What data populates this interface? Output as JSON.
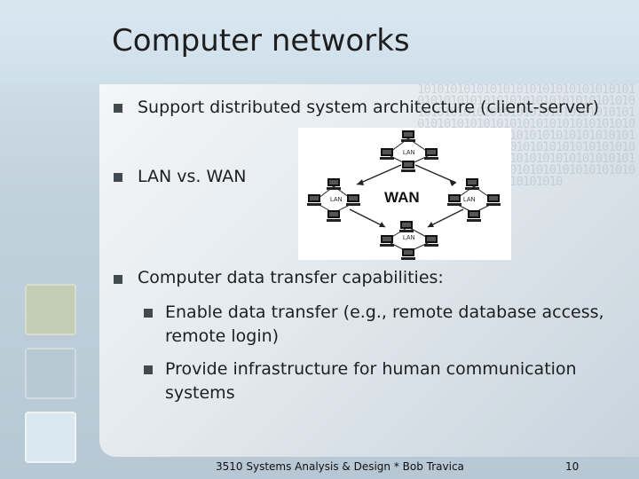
{
  "slide": {
    "title": "Computer networks",
    "bullets": [
      {
        "text": "Support distributed system architecture (client-server)"
      },
      {
        "text": "LAN vs. WAN"
      },
      {
        "text": "Computer data transfer capabilities:"
      }
    ],
    "sub_bullets": [
      {
        "line1": "Enable data transfer (e.g., remote database access,",
        "line2": "remote login)"
      },
      {
        "line1": "Provide infrastructure for human communication",
        "line2": "systems"
      }
    ],
    "footer": "3510 Systems Analysis & Design * Bob Travica",
    "page_number": "10"
  },
  "diagram": {
    "center_label": "WAN",
    "lan_top": "LAN",
    "lan_left": "LAN",
    "lan_right": "LAN",
    "lan_bottom": "LAN"
  },
  "background_binary": "1010101010101010101010101010101010101010101010101010101010101010101010101010101010101010101010101010101010101010101010101010101010101010101010101010101010101010101010101010101010101010101010101010101010101010101010101010101010101010101010101010101010101010101010101010101010101010101010",
  "colors": {
    "title_band": "#d9e7f1",
    "panel": "#eef2f4",
    "bullet": "#404a4f",
    "square_1": "#c4cdb6",
    "square_2": "#b9c9d3",
    "square_3": "#d9e8ee"
  }
}
